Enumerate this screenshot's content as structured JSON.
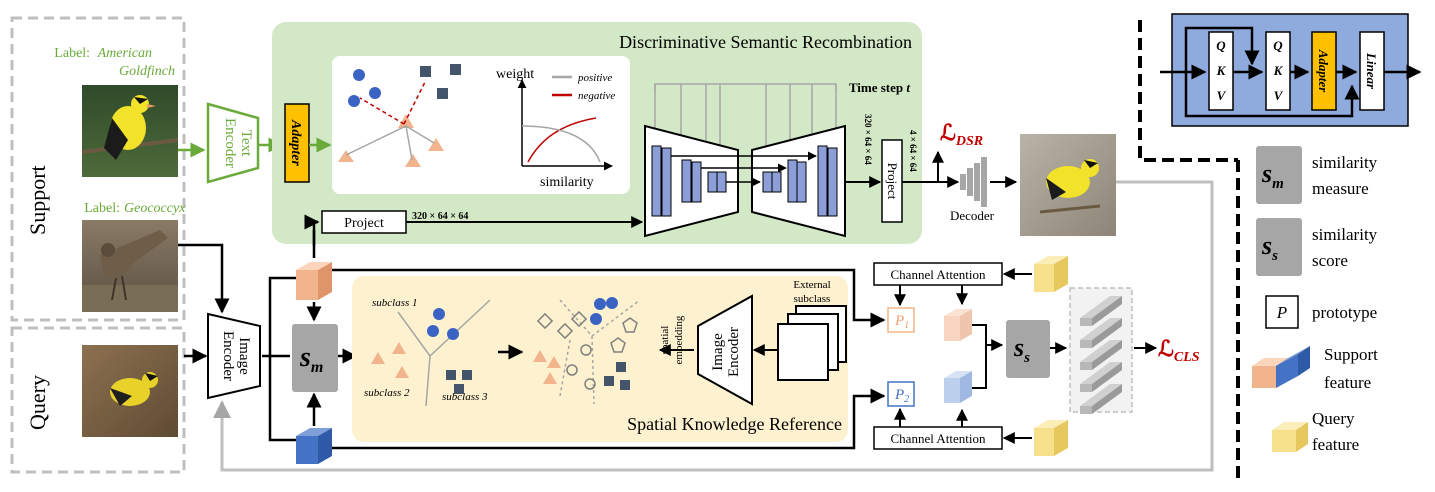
{
  "support_panel": {
    "title": "Support",
    "label_prefix_1": "Label:",
    "label_1_line1": "American",
    "label_1_line2": "Goldfinch",
    "label_prefix_2": "Label:",
    "label_2": "Geococcyx"
  },
  "query_panel": {
    "title": "Query"
  },
  "text_encoder": {
    "line1": "Text",
    "line2": "Encoder"
  },
  "image_encoder": {
    "line1": "Image",
    "line2": "Encoder"
  },
  "dsr": {
    "title": "Discriminative Semantic Recombination",
    "adapter": "Adapter",
    "plot": {
      "ylabel": "weight",
      "xlabel": "similarity",
      "legend_positive": "positive",
      "legend_negative": "negative"
    },
    "time_step_prefix": "Time step ",
    "time_step_var": "t",
    "project_left": "Project",
    "dim_left": "320 × 64 × 64",
    "dim_vertical": "320 × 64 × 64",
    "project_right": "Project",
    "dim_right": "4 × 64 × 64",
    "loss_symbol": "ℒ",
    "loss_sub": "DSR",
    "decoder": "Decoder"
  },
  "sm_block": {
    "symbol": "s",
    "sub": "m"
  },
  "ss_block": {
    "symbol": "s",
    "sub": "s"
  },
  "skr": {
    "title": "Spatial Knowledge Reference",
    "subclass1": "subclass 1",
    "subclass2": "subclass 2",
    "subclass3": "subclass 3",
    "spatial_line1": "spatial",
    "spatial_line2": "embedding",
    "encoder_line1": "Image",
    "encoder_line2": "Encoder",
    "external_line1": "External",
    "external_line2": "subclass"
  },
  "channel_attention_top": "Channel Attention",
  "channel_attention_bottom": "Channel Attention",
  "prototype_1": {
    "symbol": "P",
    "sub": "1"
  },
  "prototype_2": {
    "symbol": "P",
    "sub": "2"
  },
  "loss_cls": {
    "symbol": "ℒ",
    "sub": "CLS"
  },
  "attention_module": {
    "q1": "Q",
    "k1": "K",
    "v1": "V",
    "q2": "Q",
    "k2": "K",
    "v2": "V",
    "adapter": "Adapter",
    "linear": "Linear"
  },
  "legend": {
    "sm_symbol": "s",
    "sm_sub": "m",
    "sm_line1": "similarity",
    "sm_line2": "measure",
    "ss_symbol": "s",
    "ss_sub": "s",
    "ss_line1": "similarity",
    "ss_line2": "score",
    "p_symbol": "P",
    "p_label": "prototype",
    "support_line1": "Support",
    "support_line2": "feature",
    "query_line1": "Query",
    "query_line2": "feature"
  },
  "colors": {
    "green_panel": "#d3e8c6",
    "yellow_panel": "#fdf1cf",
    "adapter_fill": "#ffc000",
    "module_blue": "#8faadc",
    "unet_blue": "#8b9ed8",
    "support_orange": "#f2b48c",
    "support_blue": "#4472c4",
    "query_yellow": "#f7e08c",
    "loss_red": "#c00000",
    "label_green": "#6aaa3a",
    "gray_block": "#a6a6a6"
  }
}
